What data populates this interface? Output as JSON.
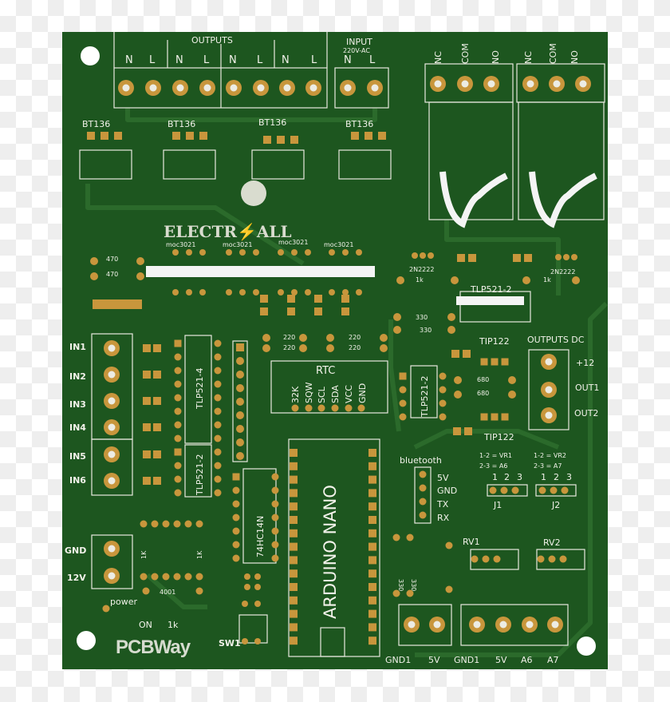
{
  "board": {
    "color": "#1d561f",
    "pad_color": "#c8963c",
    "silk_color": "#f2f2ea"
  },
  "outputs_ac": {
    "title": "OUTPUTS",
    "terminals": [
      "N",
      "L",
      "N",
      "L",
      "N",
      "L",
      "N",
      "L"
    ]
  },
  "input_ac": {
    "title": "INPUT",
    "voltage": "220V-AC",
    "terminals": [
      "N",
      "L"
    ]
  },
  "relays": [
    {
      "terminals": [
        "NC",
        "COM",
        "NO"
      ]
    },
    {
      "terminals": [
        "NC",
        "COM",
        "NO"
      ]
    }
  ],
  "triacs": [
    "BT136",
    "BT136",
    "BT136",
    "BT136"
  ],
  "optotriacs": [
    "moc3021",
    "moc3021",
    "moc3021",
    "moc3021"
  ],
  "logo": {
    "text": "ELECTR⚡ALL"
  },
  "resistors": {
    "r470": [
      "470",
      "470"
    ],
    "r1k_top": [
      "1k",
      "1k"
    ],
    "r330": [
      "330",
      "330"
    ],
    "r220": [
      "220",
      "220",
      "220",
      "220"
    ],
    "r680": [
      "680",
      "680"
    ],
    "r1k_bank": [
      "1K",
      "1K"
    ],
    "r330_v": [
      "330",
      "330"
    ],
    "led_r": "1k"
  },
  "transistors": [
    "2N2222",
    "2N2222"
  ],
  "tlp_top": "TLP521-2",
  "tip122": [
    "TIP122",
    "TIP122"
  ],
  "outputs_dc": {
    "title": "OUTPUTS DC",
    "labels": [
      "+12",
      "OUT1",
      "OUT2"
    ]
  },
  "inputs": [
    "IN1",
    "IN2",
    "IN3",
    "IN4",
    "IN5",
    "IN6"
  ],
  "ics": {
    "tlp4": "TLP521-4",
    "tlp2_left": "TLP521-2",
    "tlp2_right": "TLP521-2",
    "hc14": "74HC14N",
    "nano": "ARDUINO NANO"
  },
  "rtc": {
    "title": "RTC",
    "pins": [
      "32K",
      "SQW",
      "SCL",
      "SDA",
      "VCC",
      "GND"
    ]
  },
  "bluetooth": {
    "title": "bluetooth",
    "pins": [
      "5V",
      "GND",
      "TX",
      "RX"
    ]
  },
  "jumpers": {
    "j1_line1": "1-2 = VR1",
    "j1_line2": "2-3 = A6",
    "j2_line1": "1-2 = VR2",
    "j2_line2": "2-3 = A7",
    "pin_numbers": [
      "1",
      "2",
      "3"
    ],
    "j1": "J1",
    "j2": "J2"
  },
  "power": {
    "gnd": "GND",
    "v12": "12V",
    "diode": "4001",
    "power_label": "power",
    "on": "ON"
  },
  "brand": "PCBWay",
  "switch": "SW1",
  "pots": [
    "RV1",
    "RV2"
  ],
  "bottom_terminals": [
    "GND1",
    "5V",
    "GND1",
    "5V",
    "A6",
    "A7"
  ]
}
